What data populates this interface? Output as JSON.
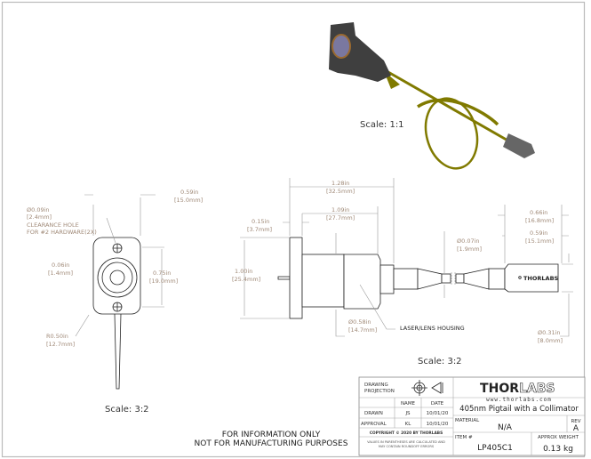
{
  "iso_view": {
    "scale": "Scale: 1:1"
  },
  "front_view": {
    "scale": "Scale: 3:2",
    "hole_dia_in": "Ø0.09in",
    "hole_dia_mm": "[2.4mm]",
    "hole_note_1": "CLEARANCE HOLE",
    "hole_note_2": "FOR #2 HARDWARE(2X)",
    "width_in": "0.59in",
    "width_mm": "[15.0mm]",
    "pin_in": "0.06in",
    "pin_mm": "[1.4mm]",
    "spacing_in": "0.75in",
    "spacing_mm": "[19.0mm]",
    "radius_in": "R0.50in",
    "radius_mm": "[12.7mm]"
  },
  "side_view": {
    "scale": "Scale: 3:2",
    "overall_in": "1.28in",
    "overall_mm": "[32.5mm]",
    "housing_in": "1.09in",
    "housing_mm": "[27.7mm]",
    "flange_in": "0.15in",
    "flange_mm": "[3.7mm]",
    "height_in": "1.00in",
    "height_mm": "[25.4mm]",
    "body_dia_in": "Ø0.58in",
    "body_dia_mm": "[14.7mm]",
    "housing_label": "LASER/LENS HOUSING",
    "fiber_dia_in": "Ø0.07in",
    "fiber_dia_mm": "[1.9mm]",
    "coll_len_in": "0.66in",
    "coll_len_mm": "[16.8mm]",
    "coll_body_in": "0.59in",
    "coll_body_mm": "[15.1mm]",
    "coll_dia_in": "Ø0.31in",
    "coll_dia_mm": "[8.0mm]",
    "coll_logo": "THORLABS"
  },
  "notice": {
    "line1": "FOR INFORMATION ONLY",
    "line2": "NOT FOR MANUFACTURING PURPOSES"
  },
  "title_block": {
    "drawing_projection": [
      "DRAWING",
      "PROJECTION"
    ],
    "col_name": "NAME",
    "col_date": "DATE",
    "drawn_label": "DRAWN",
    "drawn_name": "JS",
    "drawn_date": "10/01/20",
    "approval_label": "APPROVAL",
    "approval_name": "KL",
    "approval_date": "10/01/20",
    "copyright": "COPYRIGHT © 2020 BY THORLABS",
    "values_note": [
      "VALUES IN PARENTHESES ARE CALCULATED AND",
      "MAY CONTAIN ROUNDOFF ERRORS"
    ],
    "logo_thor": "THOR",
    "logo_labs": "LABS",
    "website": "www.thorlabs.com",
    "title": "405nm Pigtail with a Collimator",
    "material_label": "MATERIAL",
    "material": "N/A",
    "rev_label": "REV",
    "rev": "A",
    "item_label": "ITEM #",
    "item": "LP405C1",
    "weight_label": "APPROX WEIGHT",
    "weight": "0.13 kg"
  },
  "colors": {
    "fiber": "#807a00",
    "housing": "#3f3f3f",
    "dimension_text": "#a08a78"
  }
}
